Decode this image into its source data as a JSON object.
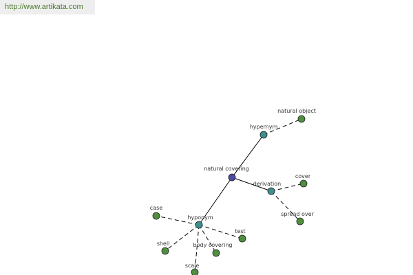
{
  "header": {
    "site_link": "http://www.artikata.com"
  },
  "colors": {
    "root": "#4a4aa0",
    "relation": "#3f8f8f",
    "leaf": "#4f8f3f",
    "edge": "#000000"
  },
  "graph": {
    "root": "natural covering",
    "relations": {
      "hypernym": "hypernym",
      "derivation": "derivation",
      "hyponym": "hyponym"
    },
    "terms": {
      "natural_object": "natural object",
      "cover": "cover",
      "spread_over": "spread over",
      "case": "case",
      "test": "test",
      "shell": "shell",
      "body_covering": "body covering",
      "scale": "scale"
    }
  }
}
